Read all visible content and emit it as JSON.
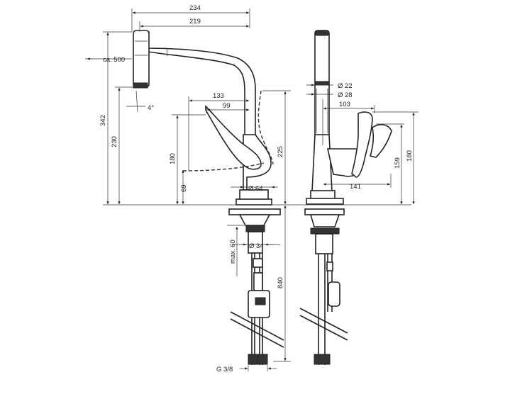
{
  "dimensions": {
    "d234": "234",
    "d219": "219",
    "ca500": "ca. 500",
    "angle": "4°",
    "d342": "342",
    "d230": "230",
    "d133": "133",
    "d99": "99",
    "d180_left": "180",
    "d69": "69",
    "d225": "225",
    "d64": "Ø 64",
    "d34": "Ø 34",
    "max60": "max. 60",
    "d840": "840",
    "g38": "G 3/8",
    "d22": "Ø 22",
    "d28": "Ø 28",
    "d103": "103",
    "d159": "159",
    "d180_right": "180",
    "d141": "141"
  }
}
